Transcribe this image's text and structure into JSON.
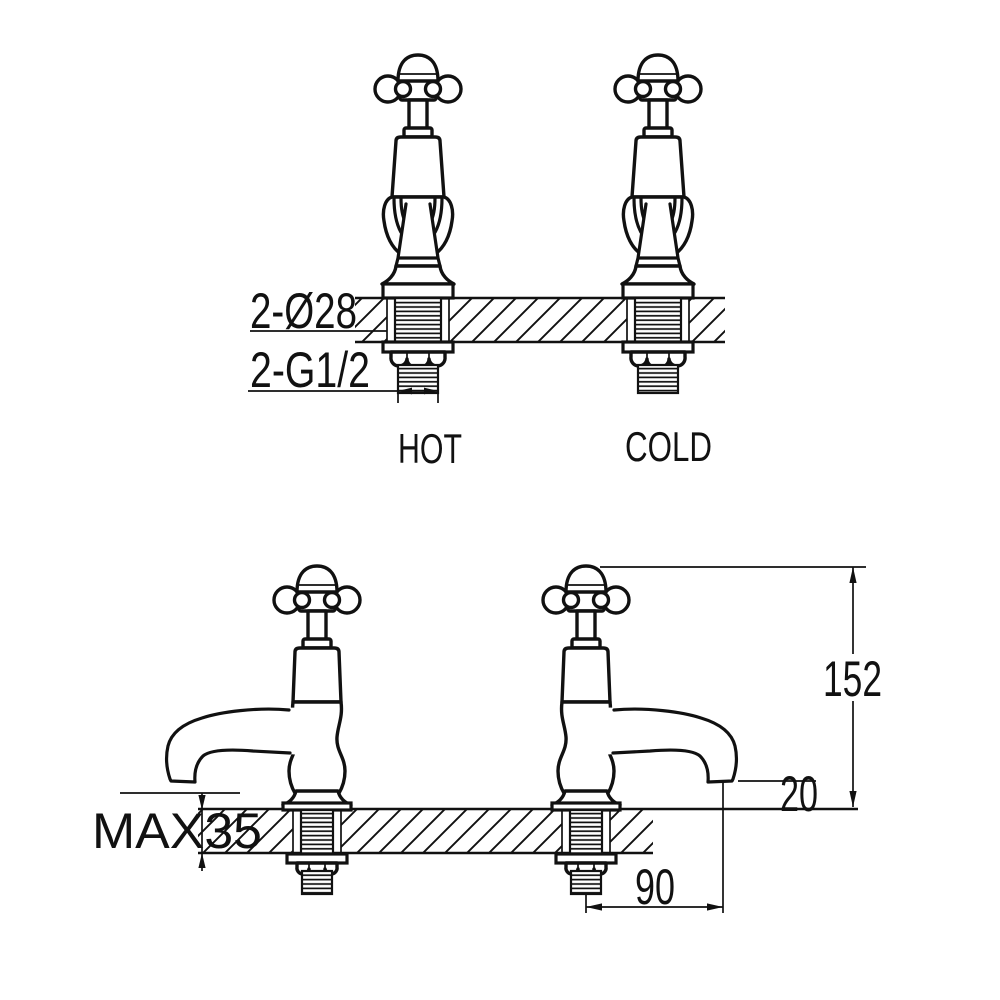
{
  "drawing": {
    "colors": {
      "background": "#ffffff",
      "line": "#111111"
    },
    "top_view": {
      "dim_holes": "2-Ø28",
      "dim_thread": "2-G1/2",
      "label_hot": "HOT",
      "label_cold": "COLD"
    },
    "side_view": {
      "dim_height": "152",
      "dim_clearance": "20",
      "dim_max_thickness": "MAX35",
      "dim_reach": "90"
    }
  }
}
